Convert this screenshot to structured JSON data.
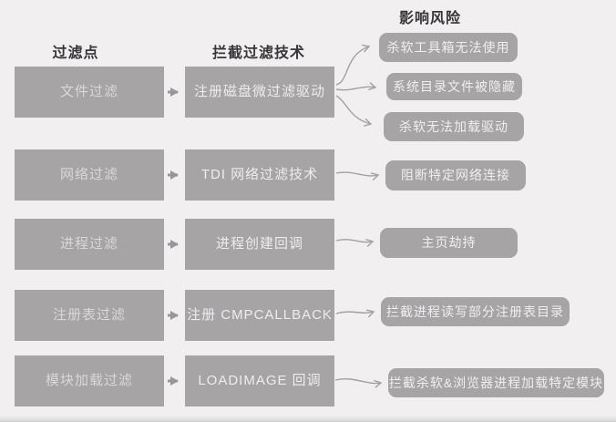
{
  "headers": [
    "过滤点",
    "拦截过滤技术",
    "影响风险"
  ],
  "rows": [
    {
      "filter_point": "文件过滤",
      "technique": "注册磁盘微过滤驱动",
      "risks": [
        "杀软工具箱无法使用",
        "系统目录文件被隐藏",
        "杀软无法加载驱动"
      ]
    },
    {
      "filter_point": "网络过滤",
      "technique": "TDI 网络过滤技术",
      "risks": [
        "阻断特定网络连接"
      ]
    },
    {
      "filter_point": "进程过滤",
      "technique": "进程创建回调",
      "risks": [
        "主页劫持"
      ]
    },
    {
      "filter_point": "注册表过滤",
      "technique": "注册 CMPCALLBACK",
      "risks": [
        "拦截进程读写部分注册表目录"
      ]
    },
    {
      "filter_point": "模块加载过滤",
      "technique": "LOADIMAGE 回调",
      "risks": [
        "拦截杀软&浏览器进程加载特定模块"
      ]
    }
  ],
  "colors": {
    "bg": "#f1eff0",
    "box_fill": "#a7a4a6",
    "fp_text": "#d9d7d8",
    "tech_text": "#eeecee",
    "risk_text": "#f0eef0",
    "header_text": "#383638",
    "arrow": "#98969a",
    "curve_arrow": "#a2a0a2"
  }
}
